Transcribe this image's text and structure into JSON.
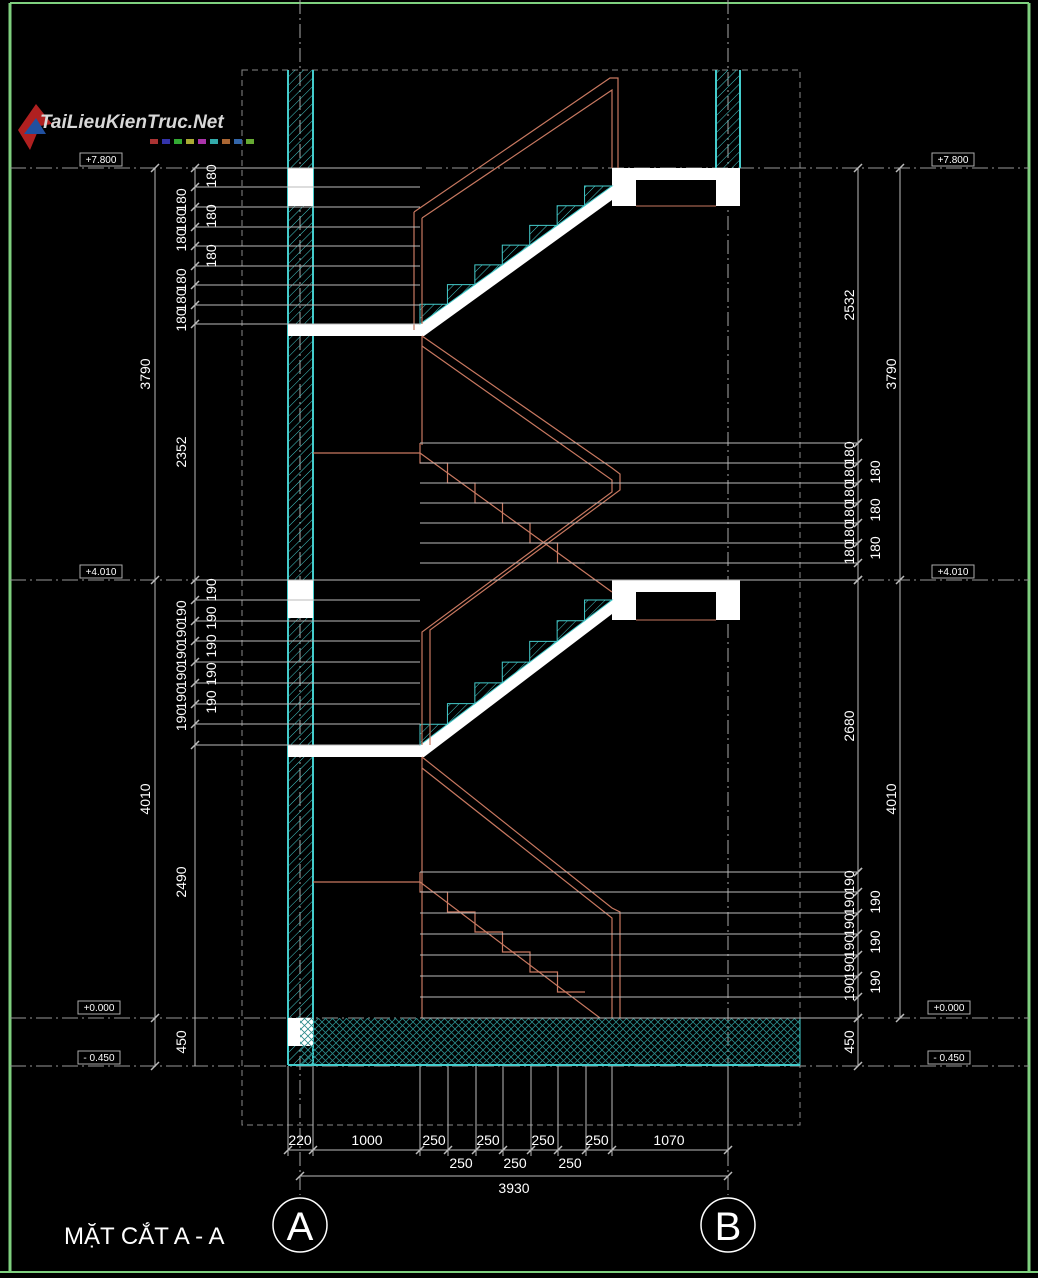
{
  "logo": {
    "text": "TaiLieuKienTruc.Net"
  },
  "title": "MẶT CẮT A - A",
  "axes": {
    "left": "A",
    "right": "B"
  },
  "levels": {
    "l7800": "+7.800",
    "l4010": "+4.010",
    "l0000": "+0.000",
    "lm450": "- 0.450"
  },
  "dimensions": {
    "left_outer": [
      "3790",
      "4010",
      "450"
    ],
    "left_inner": [
      "2352",
      "2490"
    ],
    "left_risers_upper_a": [
      "180",
      "180",
      "180"
    ],
    "left_risers_upper_b": [
      "180",
      "180",
      "180",
      "180",
      "180",
      "180"
    ],
    "left_risers_lower_a": [
      "190",
      "190",
      "190",
      "190",
      "190",
      "190"
    ],
    "left_risers_lower_b": [
      "190",
      "190",
      "190",
      "190",
      "190"
    ],
    "right_outer": [
      "3790",
      "4010"
    ],
    "right_inner": [
      "2532",
      "2680",
      "450"
    ],
    "right_risers_upper_a": [
      "180",
      "180",
      "180",
      "180",
      "180",
      "180"
    ],
    "right_risers_upper_b": [
      "180",
      "180",
      "180"
    ],
    "right_risers_lower_a": [
      "190",
      "190",
      "190",
      "190",
      "190",
      "190"
    ],
    "right_risers_lower_b": [
      "190",
      "190",
      "190"
    ],
    "bottom_row1": [
      "220",
      "1000",
      "250",
      "250",
      "250",
      "250",
      "1070"
    ],
    "bottom_row2": [
      "250",
      "250",
      "250"
    ],
    "bottom_total": "3930"
  }
}
